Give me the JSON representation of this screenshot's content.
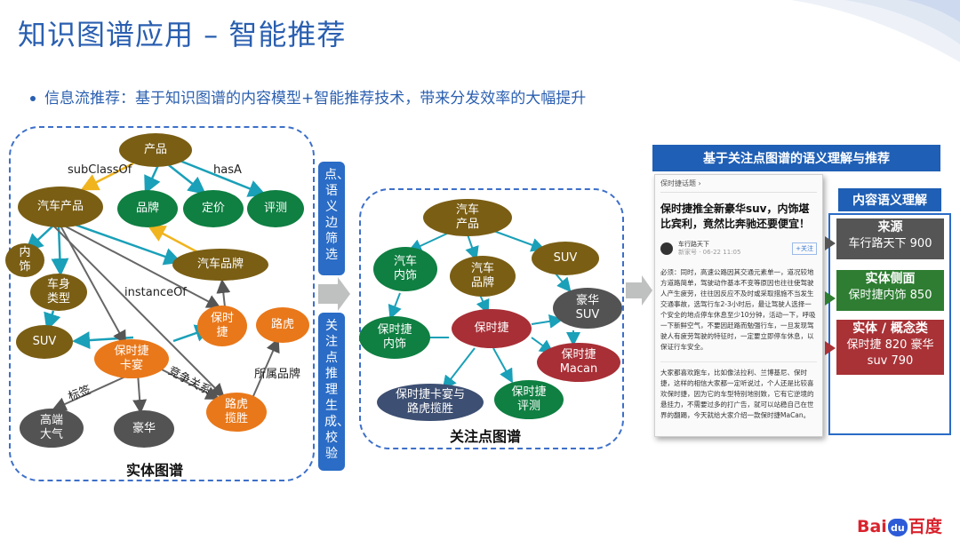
{
  "title": "知识图谱应用 – 智能推荐",
  "bullet": "信息流推荐：基于知识图谱的内容模型+智能推荐技术，带来分发效率的大幅提升",
  "left_graph": {
    "caption": "实体图谱",
    "nodes": {
      "product": "产品",
      "car_product": "汽车产品",
      "brand": "品牌",
      "price": "定价",
      "review": "评测",
      "interior": "内饰",
      "body_type": "车身类型",
      "car_brand": "汽车品牌",
      "suv": "SUV",
      "porsche": "保时捷",
      "landrover": "路虎",
      "cayenne": "保时捷卡宴",
      "evoque": "路虎揽胜",
      "high_end": "高端大气",
      "luxury": "豪华"
    },
    "edge_labels": {
      "subclass": "subClassOf",
      "hasa": "hasA",
      "instance": "instanceOf",
      "compete": "竞争关系",
      "tag": "标签",
      "belongs": "所属品牌"
    }
  },
  "mid_graph": {
    "caption": "关注点图谱",
    "nodes": {
      "car_product": "汽车产品",
      "car_interior": "汽车内饰",
      "car_brand": "汽车品牌",
      "suv": "SUV",
      "luxury_suv": "豪华SUV",
      "porsche": "保时捷",
      "porsche_interior": "保时捷内饰",
      "porsche_macan": "保时捷Macan",
      "cayenne_evoque": "保时捷卡宴与路虎揽胜",
      "porsche_review": "保时捷评测"
    }
  },
  "step1": "点、语义边筛选",
  "step2": "关注点推理生成、校验",
  "right_title": "基于关注点图谱的语义理解与推荐",
  "article": {
    "header": "保时捷话题 ›",
    "title": "保时捷推全新豪华suv，内饰堪比宾利，竟然比奔驰还要便宜！",
    "author": "车行路天下",
    "author_meta": "新家号 · 06-22 11:05",
    "follow": "+关注",
    "body1": "必须：同时，高速公路因其交通元素单一，道况较地方道路简单，驾驶动作基本不变等原因也往往使驾驶人产生疲劳，往往因反应不及时或采取措施不当发生交通事故，选驾行车2-3小时后，最让驾驶人选择一个安全的地点停车休息至少10分钟，活动一下，呼吸一下新鲜空气，不要因赶路而勉强行车，一旦发现驾驶人有疲劳驾驶的特征时，一定要立即停车休息，以保证行车安全。",
    "body2": "大家都喜欢跑车，比如像法拉利、兰博基尼、保时捷，这样的相信大家都一定听说过，个人还是比较喜欢保时捷，因为它的车型特别地别致，它有它逆境的悬挂力，不需要过多的打广告，就可以站稳自己在世界的翻踢，今天就给大家介绍一款保时捷MaCan。"
  },
  "content_title": "内容语义理解",
  "cards": [
    {
      "heading": "来源",
      "value": "车行路天下 900",
      "color": "#555555"
    },
    {
      "heading": "实体侧面",
      "value": "保时捷内饰 850",
      "color": "#2e7d32"
    },
    {
      "heading": "实体 / 概念类",
      "value": "保时捷 820 豪华suv 790",
      "color": "#a83236"
    }
  ],
  "logo": {
    "left": "Bai",
    "mid": "du",
    "right": "百度"
  }
}
